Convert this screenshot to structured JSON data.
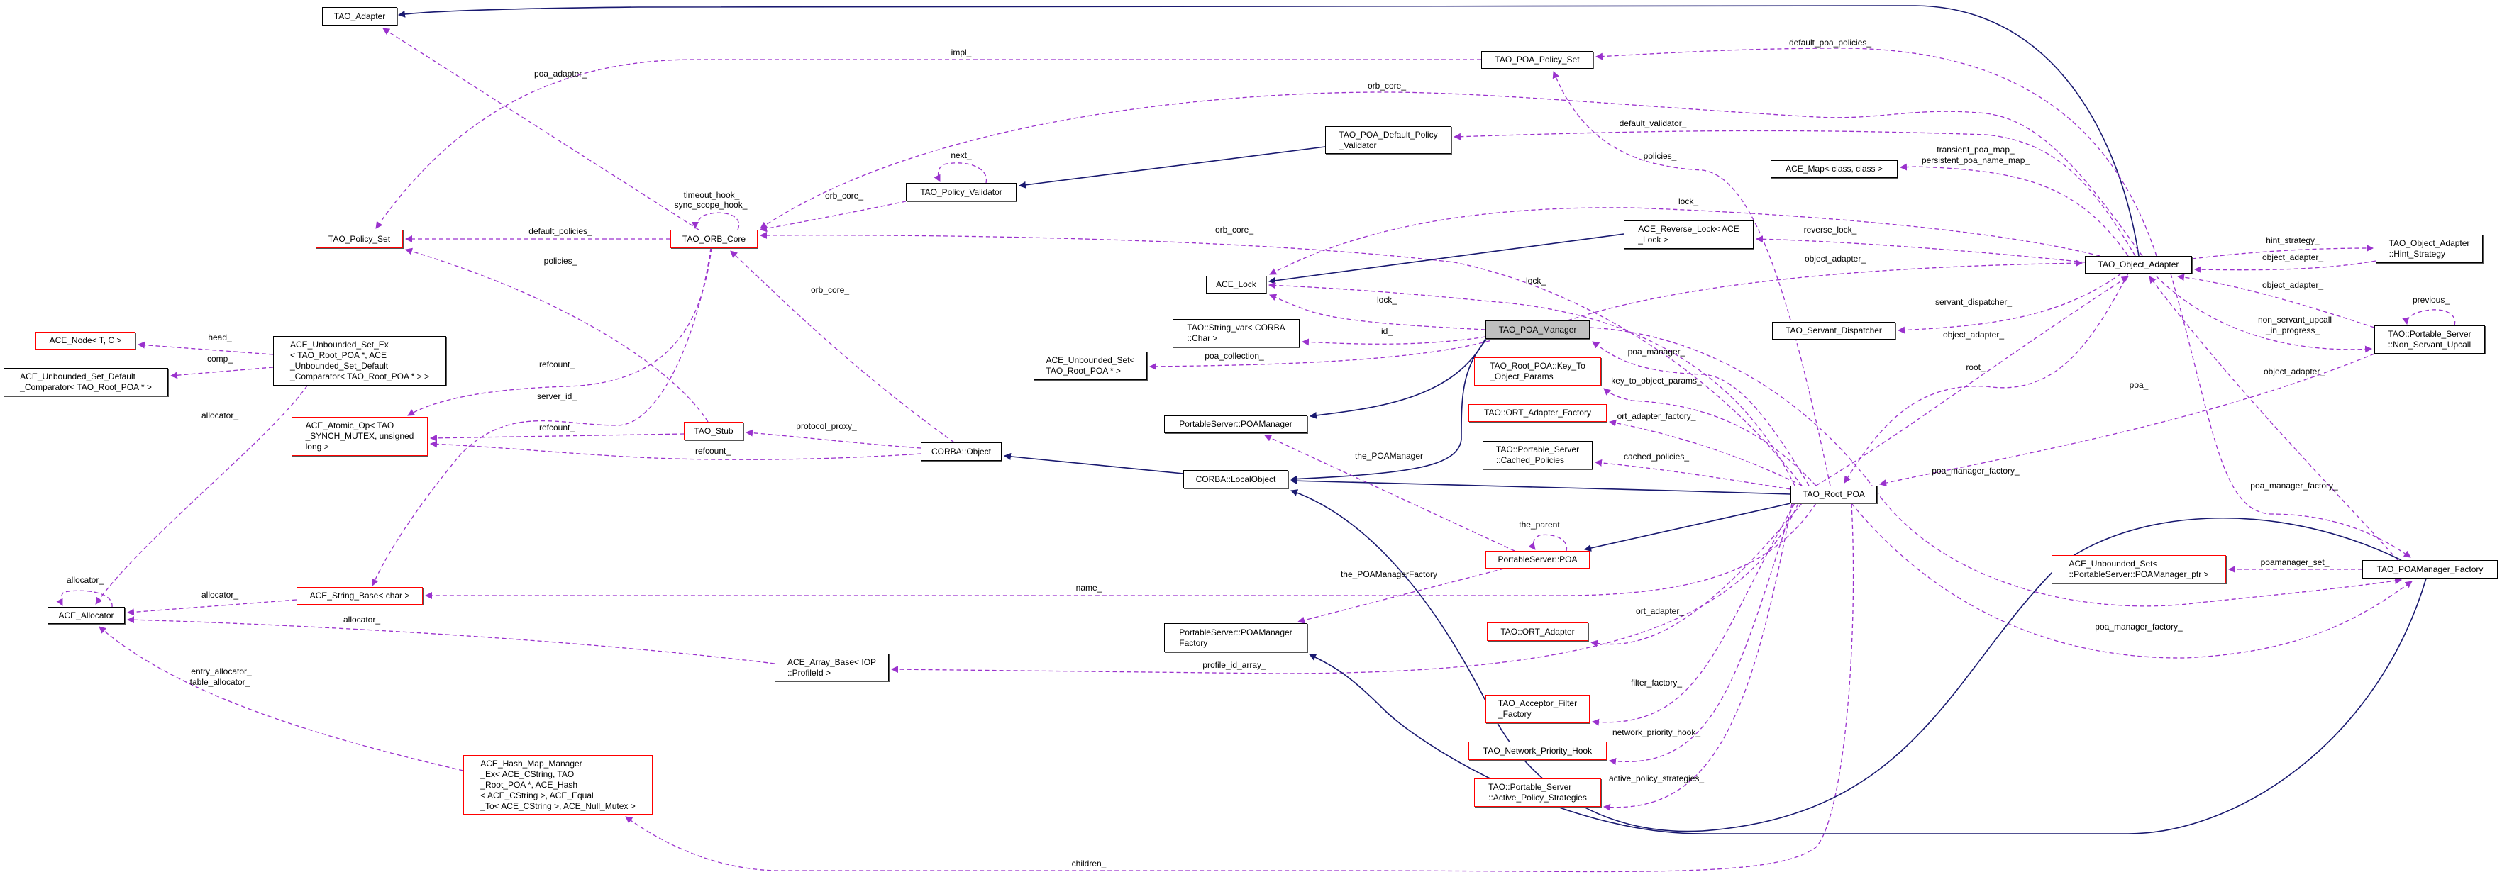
{
  "diagram": {
    "title": "Collaboration diagram for TAO_POA_Manager",
    "edge_color_inherit": "#191970",
    "edge_color_use": "#9a32cd",
    "red_border": "#ff0000",
    "current_fill": "#bfbfbf"
  },
  "nodes": [
    {
      "id": "tao_adapter",
      "label": "TAO_Adapter",
      "border": "#000000"
    },
    {
      "id": "tao_policy_set",
      "label": "TAO_Policy_Set",
      "border": "#ff0000"
    },
    {
      "id": "tao_orb_core",
      "label": "TAO_ORB_Core",
      "border": "#ff0000"
    },
    {
      "id": "ace_node",
      "label": "ACE_Node< T, C >",
      "border": "#ff0000"
    },
    {
      "id": "ace_unbounded_set_default_comparator",
      "label": "ACE_Unbounded_Set_Default\n_Comparator< TAO_Root_POA * >",
      "border": "#000000"
    },
    {
      "id": "ace_unbounded_set_ex",
      "label": "ACE_Unbounded_Set_Ex\n< TAO_Root_POA *, ACE\n_Unbounded_Set_Default\n_Comparator< TAO_Root_POA * > >",
      "border": "#000000"
    },
    {
      "id": "ace_atomic_op",
      "label": "ACE_Atomic_Op< TAO\n_SYNCH_MUTEX, unsigned\nlong >",
      "border": "#ff0000"
    },
    {
      "id": "tao_stub",
      "label": "TAO_Stub",
      "border": "#ff0000"
    },
    {
      "id": "tao_poa_policy_set",
      "label": "TAO_POA_Policy_Set",
      "border": "#000000"
    },
    {
      "id": "tao_poa_default_policy_validator",
      "label": "TAO_POA_Default_Policy\n_Validator",
      "border": "#000000"
    },
    {
      "id": "tao_policy_validator",
      "label": "TAO_Policy_Validator",
      "border": "#000000"
    },
    {
      "id": "ace_reverse_lock",
      "label": "ACE_Reverse_Lock< ACE\n_Lock >",
      "border": "#000000"
    },
    {
      "id": "ace_lock",
      "label": "ACE_Lock",
      "border": "#000000"
    },
    {
      "id": "tao_poa_manager",
      "label": "TAO_POA_Manager",
      "border": "#000000",
      "current": true
    },
    {
      "id": "tao_string_var",
      "label": "TAO::String_var< CORBA\n::Char >",
      "border": "#000000"
    },
    {
      "id": "ace_unbounded_set_root_poa",
      "label": "ACE_Unbounded_Set<\nTAO_Root_POA * >",
      "border": "#000000"
    },
    {
      "id": "key_to_object_params",
      "label": "TAO_Root_POA::Key_To\n_Object_Params",
      "border": "#ff0000"
    },
    {
      "id": "ort_adapter_factory",
      "label": "TAO::ORT_Adapter_Factory",
      "border": "#ff0000"
    },
    {
      "id": "portableserver_poamanager",
      "label": "PortableServer::POAManager",
      "border": "#000000"
    },
    {
      "id": "ace_map",
      "label": "ACE_Map< class, class >",
      "border": "#000000"
    },
    {
      "id": "tao_object_adapter",
      "label": "TAO_Object_Adapter",
      "border": "#000000"
    },
    {
      "id": "hint_strategy",
      "label": "TAO_Object_Adapter\n::Hint_Strategy",
      "border": "#000000"
    },
    {
      "id": "tao_servant_dispatcher",
      "label": "TAO_Servant_Dispatcher",
      "border": "#000000"
    },
    {
      "id": "non_servant_upcall",
      "label": "TAO::Portable_Server\n::Non_Servant_Upcall",
      "border": "#000000"
    },
    {
      "id": "ace_allocator",
      "label": "ACE_Allocator",
      "border": "#000000"
    },
    {
      "id": "ace_string_base",
      "label": "ACE_String_Base< char >",
      "border": "#ff0000"
    },
    {
      "id": "ace_array_base",
      "label": "ACE_Array_Base< IOP\n::ProfileId >",
      "border": "#000000"
    },
    {
      "id": "ace_hash_map_manager",
      "label": "ACE_Hash_Map_Manager\n_Ex< ACE_CString, TAO\n_Root_POA *, ACE_Hash\n< ACE_CString >, ACE_Equal\n_To< ACE_CString >, ACE_Null_Mutex >",
      "border": "#ff0000"
    },
    {
      "id": "corba_object",
      "label": "CORBA::Object",
      "border": "#000000"
    },
    {
      "id": "corba_localobject",
      "label": "CORBA::LocalObject",
      "border": "#000000"
    },
    {
      "id": "cached_policies",
      "label": "TAO::Portable_Server\n::Cached_Policies",
      "border": "#000000"
    },
    {
      "id": "portableserver_poa",
      "label": "PortableServer::POA",
      "border": "#ff0000"
    },
    {
      "id": "portableserver_poamanager_factory",
      "label": "PortableServer::POAManager\nFactory",
      "border": "#000000"
    },
    {
      "id": "ort_adapter",
      "label": "TAO::ORT_Adapter",
      "border": "#ff0000"
    },
    {
      "id": "acceptor_filter_factory",
      "label": "TAO_Acceptor_Filter\n_Factory",
      "border": "#ff0000"
    },
    {
      "id": "network_priority_hook",
      "label": "TAO_Network_Priority_Hook",
      "border": "#ff0000"
    },
    {
      "id": "active_policy_strategies",
      "label": "TAO::Portable_Server\n::Active_Policy_Strategies",
      "border": "#ff0000"
    },
    {
      "id": "tao_root_poa",
      "label": "TAO_Root_POA",
      "border": "#000000"
    },
    {
      "id": "ace_unbounded_set_poamanager_ptr",
      "label": "ACE_Unbounded_Set<\n::PortableServer::POAManager_ptr >",
      "border": "#ff0000"
    },
    {
      "id": "tao_poamanager_factory",
      "label": "TAO_POAManager_Factory",
      "border": "#000000"
    }
  ],
  "edges": [
    {
      "kind": "inherit",
      "from": "TAO_Object_Adapter",
      "to": "TAO_Adapter",
      "label": ""
    },
    {
      "kind": "use",
      "from": "TAO_ORB_Core",
      "to": "TAO_Adapter",
      "label": "poa_adapter_"
    },
    {
      "kind": "use",
      "from": "TAO_POA_Policy_Set",
      "to": "TAO_Policy_Set",
      "label": "impl_"
    },
    {
      "kind": "use",
      "from": "TAO_Object_Adapter",
      "to": "TAO_POA_Policy_Set",
      "label": "default_poa_policies_"
    },
    {
      "kind": "use",
      "from": "TAO_Object_Adapter",
      "to": "TAO_ORB_Core",
      "label": "orb_core_"
    },
    {
      "kind": "use",
      "from": "TAO_Object_Adapter",
      "to": "TAO_POA_Default_Policy_Validator",
      "label": "default_validator_"
    },
    {
      "kind": "inherit",
      "from": "TAO_POA_Default_Policy_Validator",
      "to": "TAO_Policy_Validator",
      "label": ""
    },
    {
      "kind": "use",
      "from": "TAO_Policy_Validator",
      "to": "TAO_Policy_Validator",
      "label": "next_"
    },
    {
      "kind": "use",
      "from": "TAO_Policy_Validator",
      "to": "TAO_ORB_Core",
      "label": "orb_core_"
    },
    {
      "kind": "use",
      "from": "TAO_ORB_Core",
      "to": "TAO_ORB_Core",
      "label": "timeout_hook_",
      "label2": "sync_scope_hook_"
    },
    {
      "kind": "use",
      "from": "TAO_ORB_Core",
      "to": "TAO_Policy_Set",
      "label": "default_policies_"
    },
    {
      "kind": "use",
      "from": "TAO_Stub",
      "to": "TAO_Policy_Set",
      "label": "policies_"
    },
    {
      "kind": "use",
      "from": "CORBA::Object",
      "to": "TAO_ORB_Core",
      "label": "orb_core_"
    },
    {
      "kind": "use",
      "from": "TAO_Root_POA",
      "to": "TAO_ORB_Core",
      "label": "orb_core_"
    },
    {
      "kind": "use",
      "from": "TAO_ORB_Core",
      "to": "ACE_Atomic_Op",
      "label": "refcount_"
    },
    {
      "kind": "use",
      "from": "TAO_ORB_Core",
      "to": "ACE_String_Base",
      "label": "server_id_"
    },
    {
      "kind": "use",
      "from": "TAO_Stub",
      "to": "ACE_Atomic_Op",
      "label": "refcount_"
    },
    {
      "kind": "use",
      "from": "CORBA::Object",
      "to": "ACE_Atomic_Op",
      "label": "refcount_"
    },
    {
      "kind": "use",
      "from": "CORBA::Object",
      "to": "TAO_Stub",
      "label": "protocol_proxy_"
    },
    {
      "kind": "use",
      "from": "ACE_Unbounded_Set_Ex",
      "to": "ACE_Node",
      "label": "head_"
    },
    {
      "kind": "use",
      "from": "ACE_Unbounded_Set_Ex",
      "to": "ACE_Unbounded_Set_Default_Comparator",
      "label": "comp_"
    },
    {
      "kind": "use",
      "from": "ACE_Unbounded_Set_Ex",
      "to": "ACE_Allocator",
      "label": "allocator_"
    },
    {
      "kind": "use",
      "from": "ACE_Allocator",
      "to": "ACE_Allocator",
      "label": "allocator_"
    },
    {
      "kind": "use",
      "from": "ACE_String_Base",
      "to": "ACE_Allocator",
      "label": "allocator_"
    },
    {
      "kind": "use",
      "from": "ACE_Array_Base",
      "to": "ACE_Allocator",
      "label": "allocator_"
    },
    {
      "kind": "use",
      "from": "ACE_Hash_Map_Manager_Ex",
      "to": "ACE_Allocator",
      "label": "entry_allocator_",
      "label2": "table_allocator_"
    },
    {
      "kind": "use",
      "from": "TAO_Root_POA",
      "to": "ACE_Hash_Map_Manager_Ex",
      "label": "children_"
    },
    {
      "kind": "use",
      "from": "TAO_POA_Manager",
      "to": "ACE_Lock",
      "label": "lock_"
    },
    {
      "kind": "use",
      "from": "TAO_POA_Manager",
      "to": "TAO::String_var",
      "label": "id_"
    },
    {
      "kind": "use",
      "from": "TAO_POA_Manager",
      "to": "ACE_Unbounded_Set<TAO_Root_POA *>",
      "label": "poa_collection_"
    },
    {
      "kind": "inherit",
      "from": "TAO_POA_Manager",
      "to": "PortableServer::POAManager",
      "label": ""
    },
    {
      "kind": "inherit",
      "from": "TAO_POA_Manager",
      "to": "CORBA::LocalObject",
      "label": ""
    },
    {
      "kind": "inherit",
      "from": "ACE_Reverse_Lock",
      "to": "ACE_Lock",
      "label": ""
    },
    {
      "kind": "use",
      "from": "TAO_Object_Adapter",
      "to": "ACE_Lock",
      "label": "lock_"
    },
    {
      "kind": "use",
      "from": "TAO_Root_POA",
      "to": "ACE_Lock",
      "label": "lock_"
    },
    {
      "kind": "use",
      "from": "TAO_Object_Adapter",
      "to": "ACE_Map",
      "label": "transient_poa_map_",
      "label2": "persistent_poa_name_map_"
    },
    {
      "kind": "use",
      "from": "TAO_Object_Adapter",
      "to": "ACE_Reverse_Lock",
      "label": "reverse_lock_"
    },
    {
      "kind": "use",
      "from": "TAO_POA_Manager",
      "to": "TAO_Object_Adapter",
      "label": "object_adapter_"
    },
    {
      "kind": "use",
      "from": "TAO_Object_Adapter",
      "to": "TAO_Servant_Dispatcher",
      "label": "servant_dispatcher_"
    },
    {
      "kind": "use",
      "from": "TAO_Root_POA",
      "to": "TAO_Object_Adapter",
      "label": "object_adapter_"
    },
    {
      "kind": "use",
      "from": "TAO_Object_Adapter",
      "to": "TAO_Root_POA",
      "label": "root_"
    },
    {
      "kind": "use",
      "from": "TAO_Object_Adapter",
      "to": "Hint_Strategy",
      "label": "hint_strategy_"
    },
    {
      "kind": "use",
      "from": "Hint_Strategy",
      "to": "TAO_Object_Adapter",
      "label": "object_adapter_"
    },
    {
      "kind": "use",
      "from": "Non_Servant_Upcall",
      "to": "TAO_Object_Adapter",
      "label": "object_adapter_"
    },
    {
      "kind": "use",
      "from": "TAO_Object_Adapter",
      "to": "Non_Servant_Upcall",
      "label": "non_servant_upcall",
      "label2": "_in_progress_"
    },
    {
      "kind": "use",
      "from": "Non_Servant_Upcall",
      "to": "Non_Servant_Upcall",
      "label": "previous_"
    },
    {
      "kind": "use",
      "from": "Non_Servant_Upcall",
      "to": "TAO_Root_POA",
      "label": "poa_"
    },
    {
      "kind": "use",
      "from": "TAO_POAManager_Factory",
      "to": "TAO_Object_Adapter",
      "label": "object_adapter_"
    },
    {
      "kind": "use",
      "from": "TAO_Object_Adapter",
      "to": "TAO_POAManager_Factory",
      "label": "poa_manager_factory_"
    },
    {
      "kind": "use",
      "from": "TAO_POA_Manager",
      "to": "TAO_POAManager_Factory",
      "label": "poa_manager_factory_"
    },
    {
      "kind": "use",
      "from": "TAO_Root_POA",
      "to": "TAO_POAManager_Factory",
      "label": "poa_manager_factory_"
    },
    {
      "kind": "use",
      "from": "TAO_POAManager_Factory",
      "to": "ACE_Unbounded_Set<POAManager_ptr>",
      "label": "poamanager_set_"
    },
    {
      "kind": "use",
      "from": "TAO_Root_POA",
      "to": "Key_To_Object_Params",
      "label": "key_to_object_params_"
    },
    {
      "kind": "use",
      "from": "TAO_Root_POA",
      "to": "TAO_POA_Manager",
      "label": "poa_manager_"
    },
    {
      "kind": "use",
      "from": "TAO_Root_POA",
      "to": "TAO::ORT_Adapter_Factory",
      "label": "ort_adapter_factory_"
    },
    {
      "kind": "use",
      "from": "TAO_Root_POA",
      "to": "Cached_Policies",
      "label": "cached_policies_"
    },
    {
      "kind": "use",
      "from": "TAO_Root_POA",
      "to": "TAO_POA_Policy_Set",
      "label": "policies_"
    },
    {
      "kind": "inherit",
      "from": "TAO_Root_POA",
      "to": "CORBA::LocalObject",
      "label": ""
    },
    {
      "kind": "inherit",
      "from": "TAO_Root_POA",
      "to": "PortableServer::POA",
      "label": ""
    },
    {
      "kind": "use",
      "from": "PortableServer::POA",
      "to": "PortableServer::POA",
      "label": "the_parent"
    },
    {
      "kind": "use",
      "from": "PortableServer::POA",
      "to": "PortableServer::POAManager",
      "label": "the_POAManager"
    },
    {
      "kind": "use",
      "from": "PortableServer::POA",
      "to": "PortableServer::POAManagerFactory",
      "label": "the_POAManagerFactory"
    },
    {
      "kind": "use",
      "from": "TAO_Root_POA",
      "to": "ACE_String_Base",
      "label": "name_"
    },
    {
      "kind": "inherit",
      "from": "CORBA::LocalObject",
      "to": "CORBA::Object",
      "label": ""
    },
    {
      "kind": "use",
      "from": "TAO_Root_POA",
      "to": "TAO::ORT_Adapter",
      "label": "ort_adapter_"
    },
    {
      "kind": "use",
      "from": "TAO_Root_POA",
      "to": "ACE_Array_Base",
      "label": "profile_id_array_"
    },
    {
      "kind": "use",
      "from": "TAO_Root_POA",
      "to": "TAO_Acceptor_Filter_Factory",
      "label": "filter_factory_"
    },
    {
      "kind": "use",
      "from": "TAO_Root_POA",
      "to": "TAO_Network_Priority_Hook",
      "label": "network_priority_hook_"
    },
    {
      "kind": "use",
      "from": "TAO_Root_POA",
      "to": "Active_Policy_Strategies",
      "label": "active_policy_strategies_"
    },
    {
      "kind": "inherit",
      "from": "TAO_POAManager_Factory",
      "to": "CORBA::LocalObject",
      "label": ""
    },
    {
      "kind": "inherit",
      "from": "TAO_POAManager_Factory",
      "to": "PortableServer::POAManagerFactory",
      "label": ""
    }
  ]
}
